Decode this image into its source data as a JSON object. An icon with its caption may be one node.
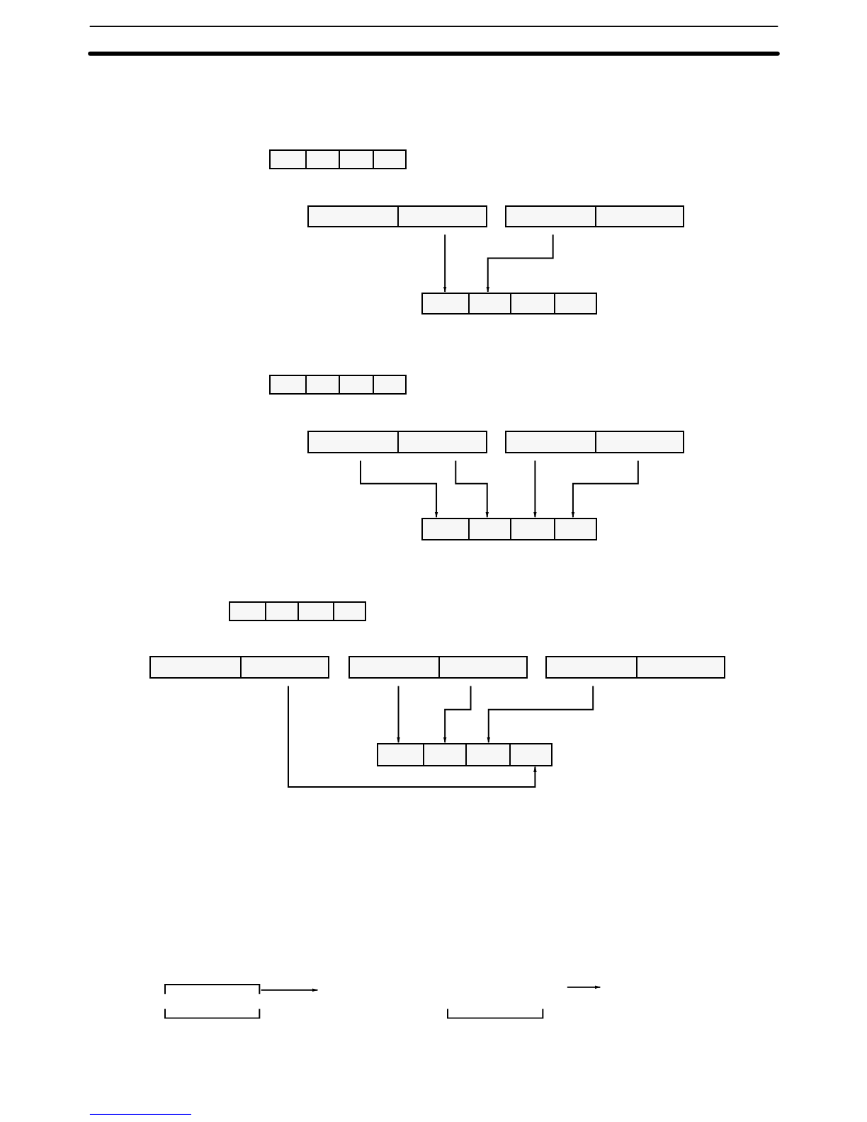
{
  "diagram": {
    "nodes": [
      {
        "text": [],
        "shape": "box"
      },
      {
        "text": [],
        "shape": "box",
        "in": 0
      },
      {
        "text": [],
        "shape": "box",
        "in": 0
      },
      {
        "text": [],
        "shape": "box",
        "in": 0
      },
      {
        "text": [],
        "shape": "box",
        "in": 0
      },
      {
        "text": [],
        "shape": "box"
      },
      {
        "text": [],
        "shape": "box",
        "in": 5
      },
      {
        "text": [],
        "shape": "box",
        "in": 5
      },
      {
        "text": [],
        "shape": "box"
      },
      {
        "text": [],
        "shape": "box",
        "in": 8
      },
      {
        "text": [],
        "shape": "box",
        "in": 8
      },
      {
        "text": [],
        "shape": "box"
      },
      {
        "text": [],
        "shape": "box",
        "in": 11
      },
      {
        "text": [],
        "shape": "box",
        "in": 11
      },
      {
        "text": [],
        "shape": "box",
        "in": 11
      },
      {
        "text": [],
        "shape": "box",
        "in": 11
      },
      {
        "text": [],
        "shape": "box"
      },
      {
        "text": [],
        "shape": "box",
        "in": 16
      },
      {
        "text": [],
        "shape": "box",
        "in": 16
      },
      {
        "text": [],
        "shape": "box",
        "in": 16
      },
      {
        "text": [],
        "shape": "box",
        "in": 16
      },
      {
        "text": [],
        "shape": "box"
      },
      {
        "text": [],
        "shape": "box",
        "in": 21
      },
      {
        "text": [],
        "shape": "box",
        "in": 21
      },
      {
        "text": [],
        "shape": "box"
      },
      {
        "text": [],
        "shape": "box",
        "in": 24
      },
      {
        "text": [],
        "shape": "box",
        "in": 24
      },
      {
        "text": [],
        "shape": "box"
      },
      {
        "text": [],
        "shape": "box",
        "in": 27
      },
      {
        "text": [],
        "shape": "box",
        "in": 27
      },
      {
        "text": [],
        "shape": "box",
        "in": 27
      },
      {
        "text": [],
        "shape": "box",
        "in": 27
      },
      {
        "text": [],
        "shape": "box"
      },
      {
        "text": [],
        "shape": "box",
        "in": 32
      },
      {
        "text": [],
        "shape": "box",
        "in": 32
      },
      {
        "text": [],
        "shape": "box",
        "in": 32
      },
      {
        "text": [],
        "shape": "box",
        "in": 32
      },
      {
        "text": [],
        "shape": "box"
      },
      {
        "text": [],
        "shape": "box",
        "in": 37
      },
      {
        "text": [],
        "shape": "box",
        "in": 37
      },
      {
        "text": [],
        "shape": "box"
      },
      {
        "text": [],
        "shape": "box",
        "in": 40
      },
      {
        "text": [],
        "shape": "box",
        "in": 40
      },
      {
        "text": [],
        "shape": "box"
      },
      {
        "text": [],
        "shape": "box",
        "in": 43
      },
      {
        "text": [],
        "shape": "box",
        "in": 43
      },
      {
        "text": [],
        "shape": "box"
      },
      {
        "text": [],
        "shape": "box",
        "in": 46
      },
      {
        "text": [],
        "shape": "box",
        "in": 46
      },
      {
        "text": [],
        "shape": "box",
        "in": 46
      },
      {
        "text": [],
        "shape": "box",
        "in": 46
      },
      {
        "text": [],
        "shape": "bracket"
      },
      {
        "text": [],
        "shape": "bracket"
      }
    ],
    "edges": [
      {
        "from": 7,
        "to": 12,
        "arrow": "to"
      },
      {
        "from": 9,
        "to": 13,
        "arrow": "to"
      },
      {
        "from": 22,
        "to": 28,
        "arrow": "to"
      },
      {
        "from": 23,
        "to": 29,
        "arrow": "to"
      },
      {
        "from": 25,
        "to": 30,
        "arrow": "to"
      },
      {
        "from": 26,
        "to": 31,
        "arrow": "to"
      },
      {
        "from": 39,
        "to": 50,
        "arrow": "to"
      },
      {
        "from": 41,
        "to": 47,
        "arrow": "to"
      },
      {
        "from": 42,
        "to": 48,
        "arrow": "to"
      },
      {
        "from": 44,
        "to": 49,
        "arrow": "to"
      },
      {
        "from": 51,
        "to": null,
        "arrow": "to"
      }
    ]
  }
}
